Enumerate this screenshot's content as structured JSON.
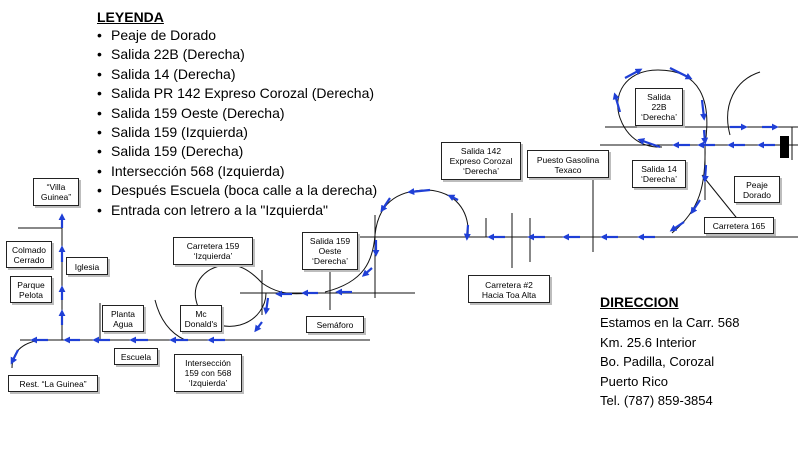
{
  "legend": {
    "title": "LEYENDA",
    "items": [
      "Peaje de Dorado",
      "Salida 22B (Derecha)",
      "Salida 14 (Derecha)",
      "Salida PR 142 Expreso Corozal (Derecha)",
      "Salida 159 Oeste (Derecha)",
      "Salida 159 (Izquierda)",
      "Salida 159 (Derecha)",
      "Intersección 568 (Izquierda)",
      "Después Escuela (boca calle a la derecha)",
      "Entrada con letrero a la \"Izquierda\""
    ]
  },
  "direccion": {
    "title": "DIRECCION",
    "lines": [
      "Estamos en la Carr. 568",
      "Km. 25.6 Interior",
      "Bo. Padilla, Corozal",
      "Puerto Rico",
      "Tel. (787) 859-3854"
    ]
  },
  "labels": {
    "villa_guinea": "“Villa\nGuinea”",
    "colmado_cerrado": "Colmado\nCerrado",
    "iglesia": "Iglesia",
    "parque_pelota": "Parque\nPelota",
    "rest_la_guinea": "Rest. “La Guinea”",
    "escuela": "Escuela",
    "planta_agua": "Planta\nAgua",
    "mc_donalds": "Mc\nDonald's",
    "interseccion_159_568": "Intersección\n159 con 568\n‘Izquierda’",
    "carretera_159_izq": "Carretera 159\n‘Izquierda’",
    "salida_159_oeste": "Salida 159\nOeste\n‘Derecha’",
    "semaforo": "Semáforo",
    "salida_142": "Salida 142\nExpreso Corozal\n‘Derecha’",
    "puesto_gasolina": "Puesto Gasolina\nTexaco",
    "carretera_2": "Carretera #2\nHacia Toa Alta",
    "salida_22b": "Salida\n22B\n‘Derecha’",
    "salida_14": "Salida 14\n‘Derecha’",
    "carretera_165": "Carretera 165",
    "peaje_dorado": "Peaje\nDorado"
  },
  "colors": {
    "road": "#111111",
    "arrow": "#1f3fd6",
    "callout_shadow": "#bdbdbd"
  }
}
